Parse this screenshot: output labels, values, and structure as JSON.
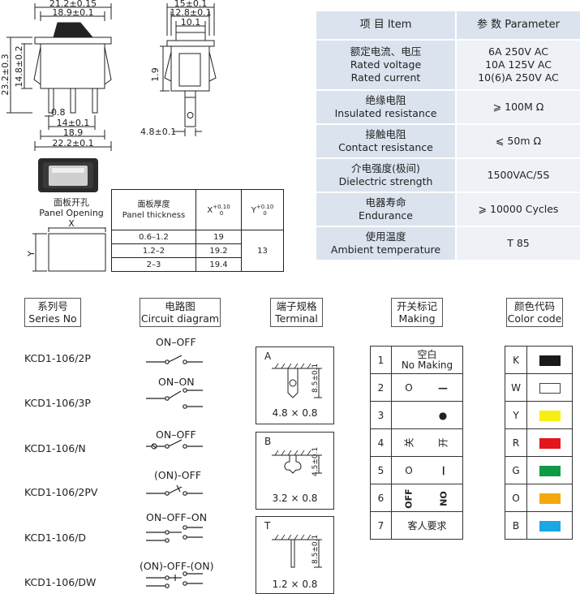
{
  "dimensions": {
    "d_21_2": "21.2±0.15",
    "d_18_9a": "18.9±0.1",
    "d_23_2": "23.2±0.3",
    "d_14_8": "14.8±0.2",
    "d_0_8": "0.8",
    "d_14b": "14±0.1",
    "d_18_9b": "18.9",
    "d_22_2": "22.2±0.1",
    "d_15": "15±0.1",
    "d_12_8": "12.8±0.1",
    "d_10_1": "10.1",
    "d_1_9": "1.9",
    "d_4_8": "4.8±0.1"
  },
  "spec_table": {
    "header": {
      "item": "项 目  Item",
      "param": "参 数  Parameter"
    },
    "rows": [
      {
        "item": [
          "额定电流、电压",
          "Rated voltage",
          "Rated current"
        ],
        "param": [
          "6A   250V AC",
          "10A 125V AC",
          "10(6)A   250V AC"
        ]
      },
      {
        "item": [
          "绝缘电阻",
          "Insulated resistance"
        ],
        "param": [
          "⩾ 100M Ω"
        ]
      },
      {
        "item": [
          "接触电阻",
          "Contact resistance"
        ],
        "param": [
          "⩽ 50m Ω"
        ]
      },
      {
        "item": [
          "介电强度(极间)",
          "Dielectric strength"
        ],
        "param": [
          "1500VAC/5S"
        ]
      },
      {
        "item": [
          "电器寿命",
          "Endurance"
        ],
        "param": [
          "⩾ 10000 Cycles"
        ]
      },
      {
        "item": [
          "使用温度",
          "Ambient temperature"
        ],
        "param": [
          "T 85"
        ]
      }
    ]
  },
  "panel": {
    "title_cn": "面板开孔",
    "title_en": "Panel Opening",
    "x_label": "X",
    "y_label": "Y",
    "table": {
      "h_cn": "面板厚度",
      "h_en": "Panel thickness",
      "x_base": "X",
      "x_sup": "+0.10",
      "x_sub": "0",
      "y_base": "Y",
      "y_sup": "+0.10",
      "y_sub": "0",
      "rows": [
        {
          "thick": "0.6–1.2",
          "x": "19"
        },
        {
          "thick": "1.2–2",
          "x": "19.2"
        },
        {
          "thick": "2–3",
          "x": "19.4"
        }
      ],
      "y_value": "13"
    }
  },
  "headers": {
    "series": [
      "系列号",
      "Series No"
    ],
    "circuit": [
      "电路图",
      "Circuit diagram"
    ],
    "terminal": [
      "端子规格",
      "Terminal"
    ],
    "making": [
      "开关标记",
      "Making"
    ],
    "color": [
      "颜色代码",
      "Color code"
    ]
  },
  "series": [
    {
      "model": "KCD1-106/2P",
      "circuit": "ON–OFF"
    },
    {
      "model": "KCD1-106/3P",
      "circuit": "ON–ON"
    },
    {
      "model": "KCD1-106/N",
      "circuit": "ON–OFF"
    },
    {
      "model": "KCD1-106/2PV",
      "circuit": "(ON)-OFF"
    },
    {
      "model": "KCD1-106/D",
      "circuit": "ON–OFF–ON"
    },
    {
      "model": "KCD1-106/DW",
      "circuit": "(ON)-OFF-(ON)"
    }
  ],
  "terminals": [
    {
      "letter": "A",
      "size": "4.8 × 0.8",
      "dim": "8.5±0.1"
    },
    {
      "letter": "B",
      "size": "3.2 × 0.8",
      "dim": "4.5±0.1"
    },
    {
      "letter": "T",
      "size": "1.2 × 0.8",
      "dim": "8.5±0.1"
    }
  ],
  "making": [
    {
      "n": "1",
      "a": "空白",
      "b": "No Making"
    },
    {
      "n": "2",
      "a": "O",
      "b": "—"
    },
    {
      "n": "3",
      "a": "",
      "b": "●"
    },
    {
      "n": "4",
      "a": "关",
      "b": "开"
    },
    {
      "n": "5",
      "a": "O",
      "b": "—"
    },
    {
      "n": "6",
      "a": "OFF",
      "b": "ON"
    },
    {
      "n": "7",
      "a": "客人要求",
      "b": ""
    }
  ],
  "colors": [
    {
      "code": "K",
      "hex": "#1a1a1a"
    },
    {
      "code": "W",
      "hex": "#ffffff"
    },
    {
      "code": "Y",
      "hex": "#f7ee12"
    },
    {
      "code": "R",
      "hex": "#e3161d"
    },
    {
      "code": "G",
      "hex": "#0f9a45"
    },
    {
      "code": "O",
      "hex": "#f5a80e"
    },
    {
      "code": "B",
      "hex": "#1aa7e4"
    }
  ]
}
